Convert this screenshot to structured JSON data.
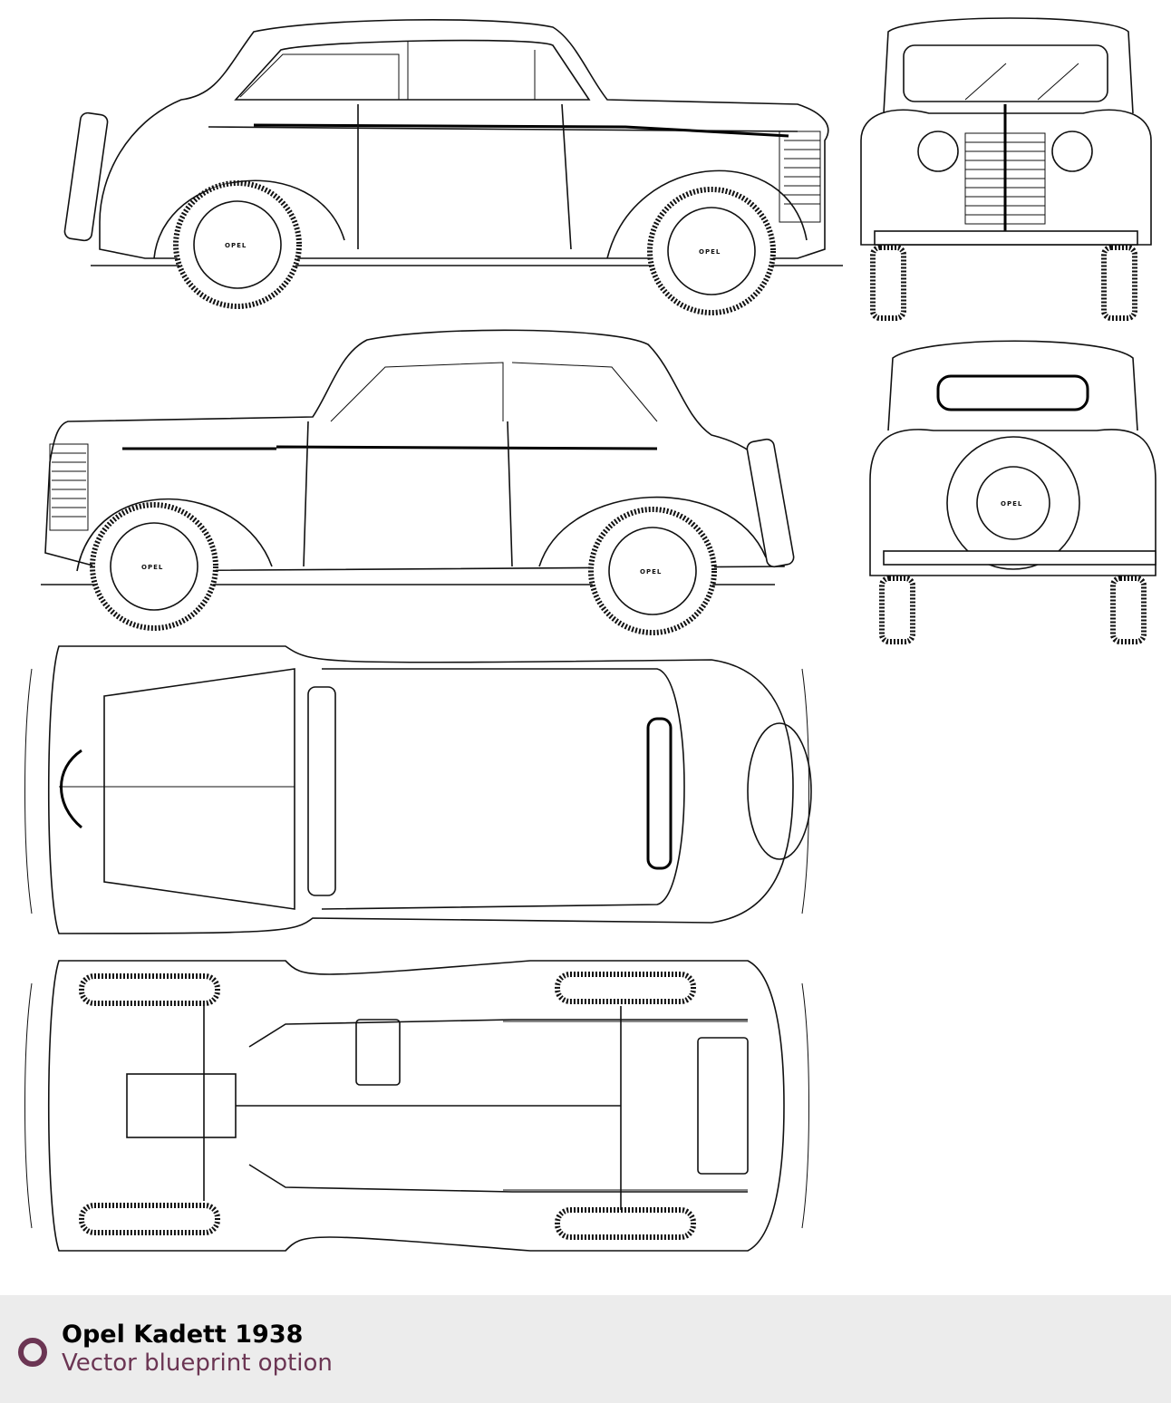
{
  "blueprint": {
    "views": [
      "side-left",
      "front",
      "side-right",
      "rear",
      "top",
      "bottom"
    ],
    "hub_logo": "OPEL"
  },
  "footer": {
    "title": "Opel Kadett 1938",
    "subtitle": "Vector blueprint option",
    "accent_color": "#6b3553"
  }
}
